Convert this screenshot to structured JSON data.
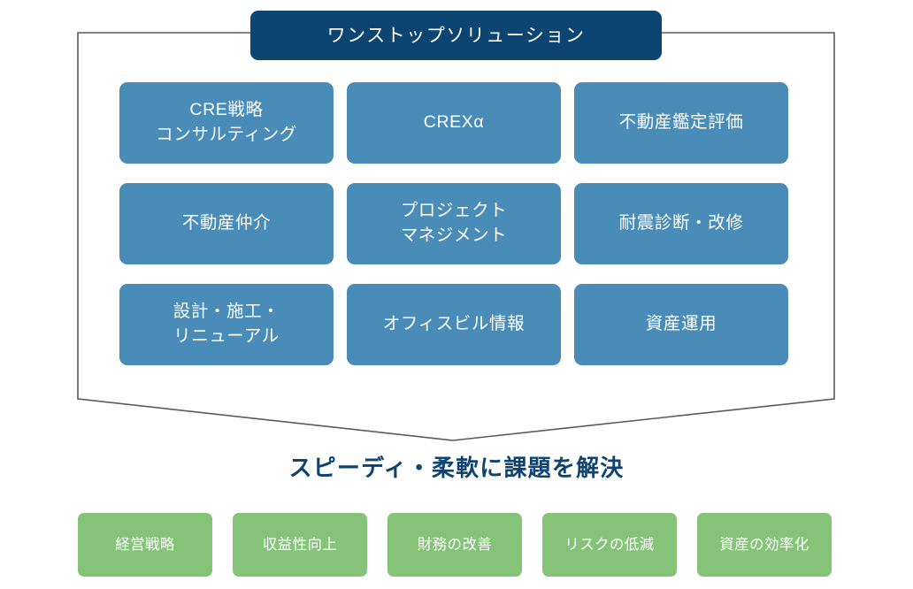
{
  "banner": {
    "label": "ワンストップソリューション",
    "color": "#0c4572",
    "text_color": "#ffffff"
  },
  "container": {
    "shape": "down-arrow-outline",
    "stroke_color": "#5a5a5a"
  },
  "services": {
    "box_color": "#4a8cb8",
    "text_color": "#ffffff",
    "items": [
      {
        "label": "CRE戦略\nコンサルティング"
      },
      {
        "label": "CREXα"
      },
      {
        "label": "不動産鑑定評価"
      },
      {
        "label": "不動産仲介"
      },
      {
        "label": "プロジェクト\nマネジメント"
      },
      {
        "label": "耐震診断・改修"
      },
      {
        "label": "設計・施工・\nリニューアル"
      },
      {
        "label": "オフィスビル情報"
      },
      {
        "label": "資産運用"
      }
    ]
  },
  "tagline": {
    "text": "スピーディ・柔軟に課題を解決",
    "color": "#0e4472"
  },
  "benefits": {
    "box_color": "#85c379",
    "text_color": "#ffffff",
    "items": [
      {
        "label": "経営戦略"
      },
      {
        "label": "収益性向上"
      },
      {
        "label": "財務の改善"
      },
      {
        "label": "リスクの低減"
      },
      {
        "label": "資産の効率化"
      }
    ]
  }
}
